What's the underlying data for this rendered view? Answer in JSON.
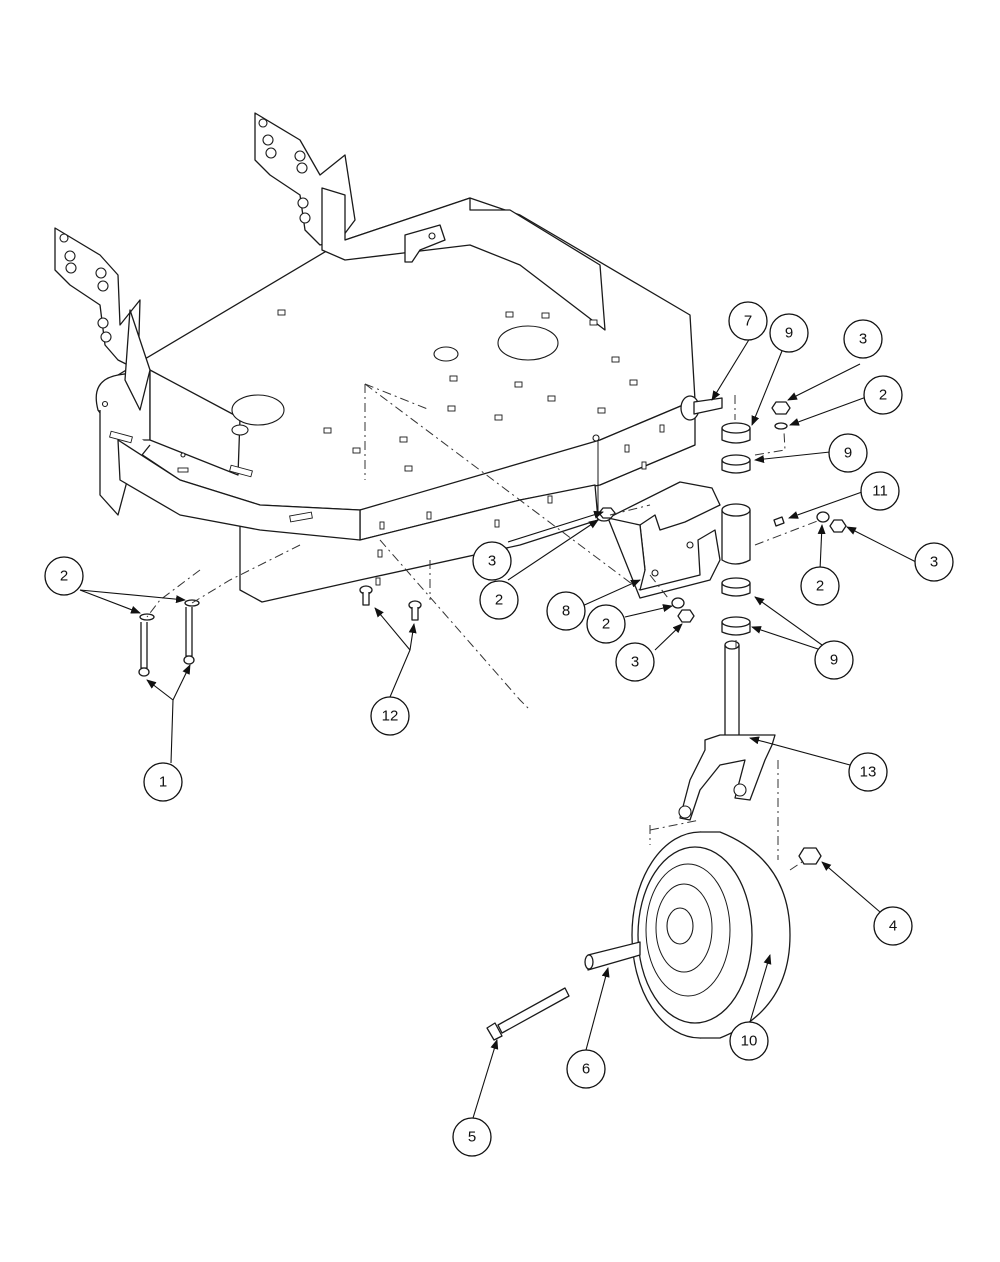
{
  "callouts": [
    {
      "id": "c1",
      "label": "1"
    },
    {
      "id": "c2a",
      "label": "2"
    },
    {
      "id": "c2b",
      "label": "2"
    },
    {
      "id": "c2c",
      "label": "2"
    },
    {
      "id": "c2d",
      "label": "2"
    },
    {
      "id": "c2e",
      "label": "2"
    },
    {
      "id": "c3a",
      "label": "3"
    },
    {
      "id": "c3b",
      "label": "3"
    },
    {
      "id": "c3c",
      "label": "3"
    },
    {
      "id": "c3d",
      "label": "3"
    },
    {
      "id": "c4",
      "label": "4"
    },
    {
      "id": "c5",
      "label": "5"
    },
    {
      "id": "c6",
      "label": "6"
    },
    {
      "id": "c7",
      "label": "7"
    },
    {
      "id": "c8",
      "label": "8"
    },
    {
      "id": "c9a",
      "label": "9"
    },
    {
      "id": "c9b",
      "label": "9"
    },
    {
      "id": "c9c",
      "label": "9"
    },
    {
      "id": "c10",
      "label": "10"
    },
    {
      "id": "c11",
      "label": "11"
    },
    {
      "id": "c12",
      "label": "12"
    },
    {
      "id": "c13",
      "label": "13"
    }
  ]
}
